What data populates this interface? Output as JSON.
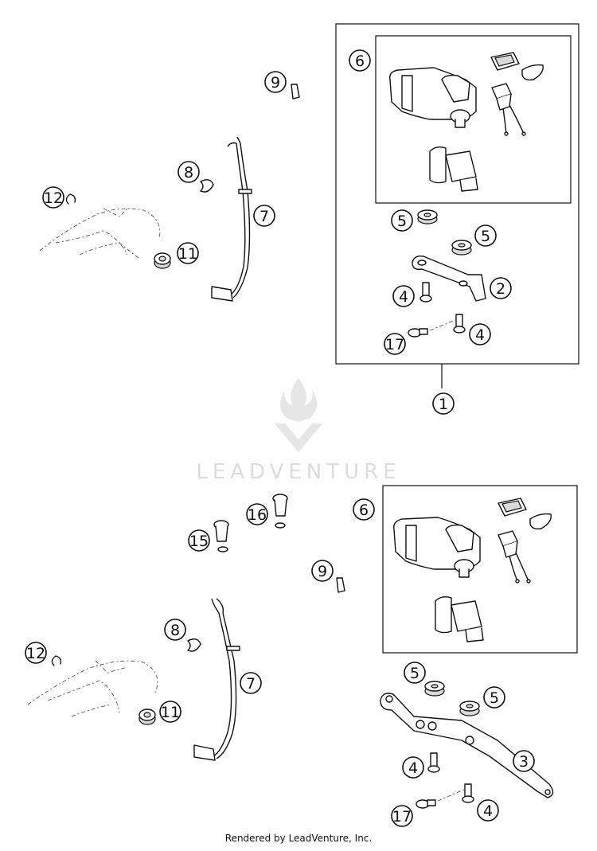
{
  "callouts": {
    "top": [
      {
        "label": "6"
      },
      {
        "label": "9"
      },
      {
        "label": "8"
      },
      {
        "label": "12"
      },
      {
        "label": "7"
      },
      {
        "label": "11"
      },
      {
        "label": "5"
      },
      {
        "label": "5"
      },
      {
        "label": "2"
      },
      {
        "label": "4"
      },
      {
        "label": "4"
      },
      {
        "label": "17"
      },
      {
        "label": "1"
      }
    ],
    "bottom": [
      {
        "label": "16"
      },
      {
        "label": "15"
      },
      {
        "label": "6"
      },
      {
        "label": "9"
      },
      {
        "label": "8"
      },
      {
        "label": "12"
      },
      {
        "label": "7"
      },
      {
        "label": "11"
      },
      {
        "label": "5"
      },
      {
        "label": "5"
      },
      {
        "label": "3"
      },
      {
        "label": "4"
      },
      {
        "label": "4"
      },
      {
        "label": "17"
      }
    ]
  },
  "watermark": {
    "text": "LEADVENTURE",
    "logo_icon": "leadventure-flame-logo"
  },
  "footer": {
    "text": "Rendered by LeadVenture, Inc."
  }
}
